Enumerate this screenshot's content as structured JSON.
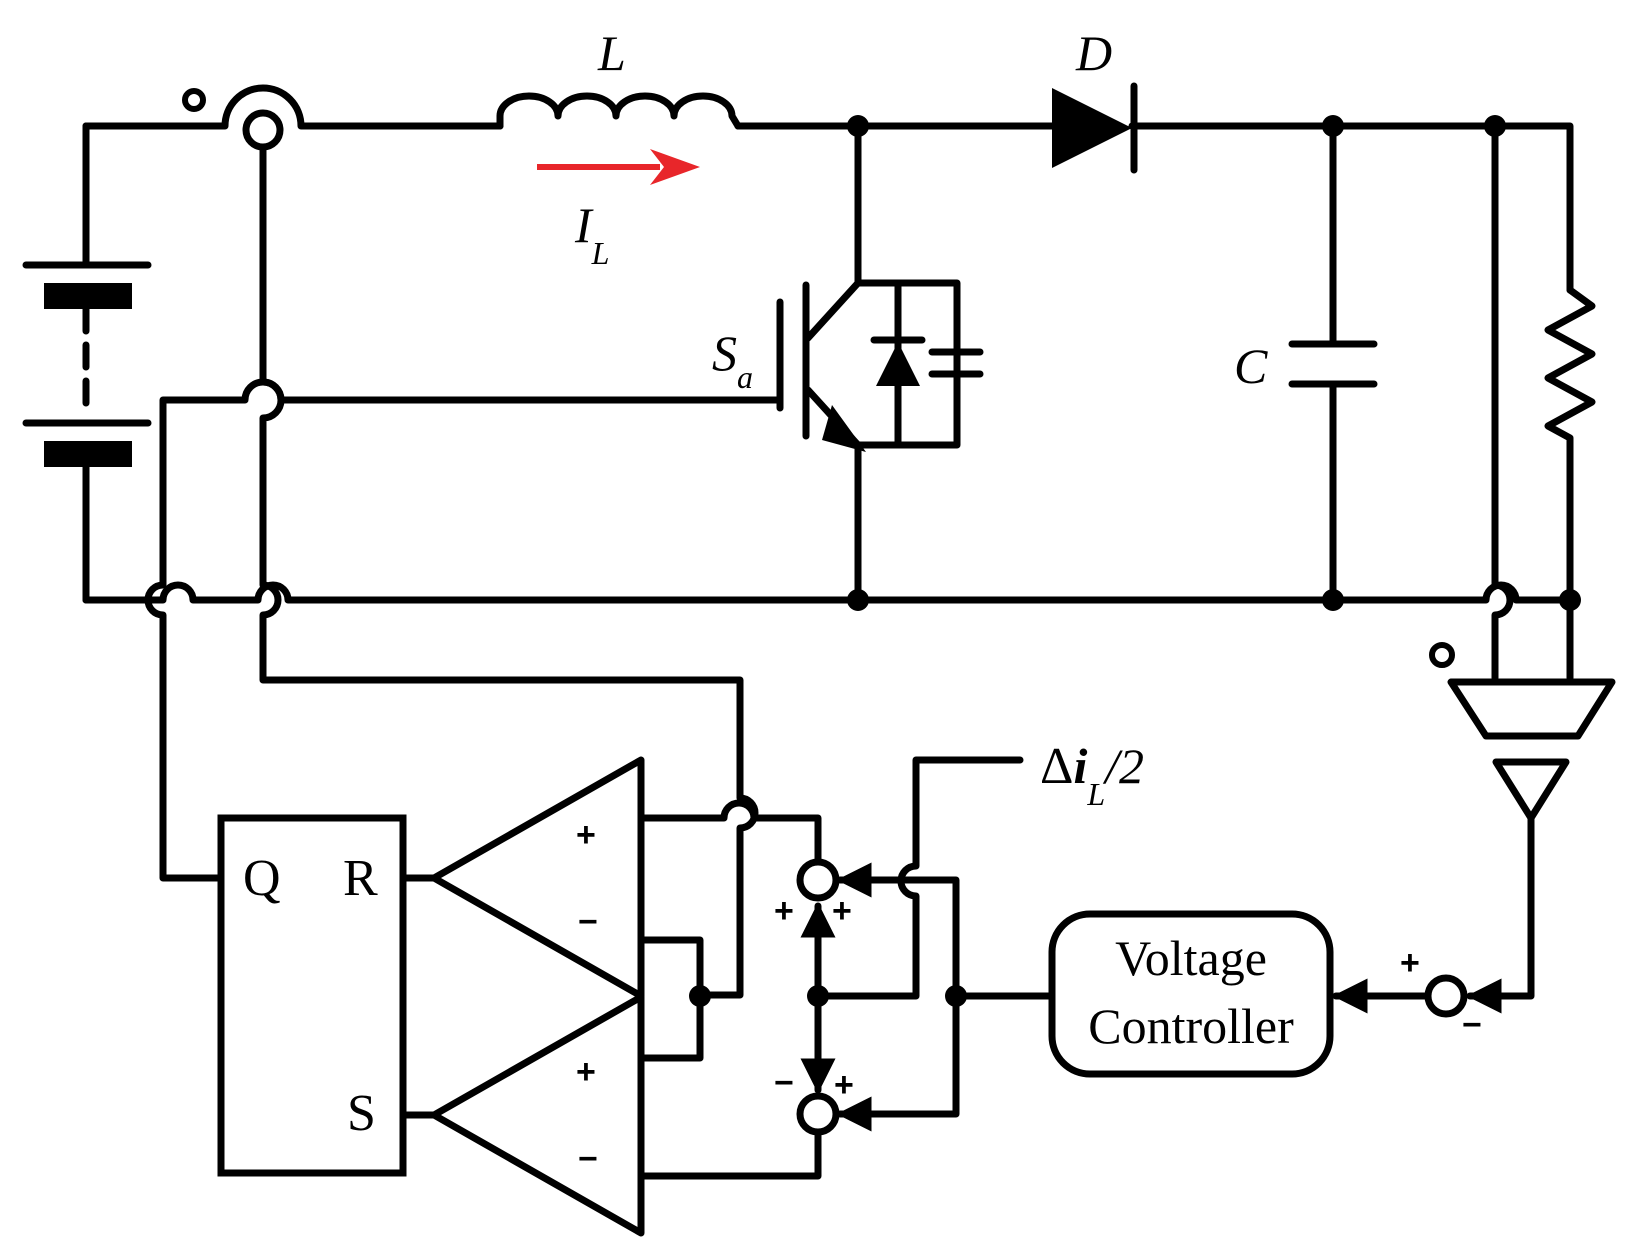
{
  "labels": {
    "inductor": "L",
    "inductor_current": "I",
    "inductor_current_sub": "L",
    "diode": "D",
    "switch": "S",
    "switch_sub": "a",
    "capacitor": "C",
    "delta_prefix": "Δ",
    "delta_var": "i",
    "delta_sub": "L",
    "delta_suffix": "/2",
    "flipflop_q": "Q",
    "flipflop_r": "R",
    "flipflop_s": "S",
    "controller_line1": "Voltage",
    "controller_line2": "Controller"
  },
  "signs": {
    "plus": "+",
    "minus": "−"
  },
  "colors": {
    "wire": "#000000",
    "current_arrow": "#e8262a"
  },
  "icons": {
    "battery": "battery-stack-icon",
    "inductor": "inductor-coil-icon",
    "diode": "diode-icon",
    "igbt": "igbt-switch-icon",
    "capacitor": "capacitor-icon",
    "resistor": "resistor-icon",
    "current_sensor": "current-sensor-icon",
    "voltage_sensor": "voltage-sensor-icon",
    "comparator": "comparator-icon",
    "summing_junction": "summing-junction-icon"
  }
}
